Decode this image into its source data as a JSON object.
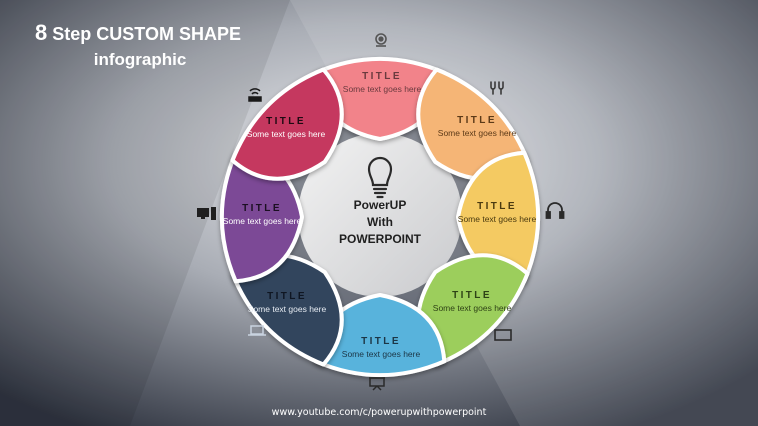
{
  "header": {
    "number": "8",
    "line1": "Step CUSTOM SHAPE",
    "line2": "infographic"
  },
  "hub": {
    "line1": "PowerUP",
    "line2": "With",
    "line3": "POWERPOINT",
    "icon": "lightbulb-icon"
  },
  "footer": {
    "url": "www.youtube.com/c/powerupwithpowerpoint"
  },
  "petals": [
    {
      "title": "TITLE",
      "text": "Some text goes here",
      "color": "#f2838a",
      "icon": "webcam-icon"
    },
    {
      "title": "TITLE",
      "text": "Some text goes here",
      "color": "#f5b576",
      "icon": "connector-plugs-icon"
    },
    {
      "title": "TITLE",
      "text": "Some text goes here",
      "color": "#f4ca62",
      "icon": "headphones-icon"
    },
    {
      "title": "TITLE",
      "text": "Some text goes here",
      "color": "#9cce5c",
      "icon": "monitor-icon"
    },
    {
      "title": "TITLE",
      "text": "Some text goes here",
      "color": "#58b3dc",
      "icon": "projector-screen-icon"
    },
    {
      "title": "TITLE",
      "text": "Some text goes here",
      "color": "#33455d",
      "icon": "laptop-icon"
    },
    {
      "title": "TITLE",
      "text": "Some text goes here",
      "color": "#7b4896",
      "icon": "desktop-computer-icon"
    },
    {
      "title": "TITLE",
      "text": "Some text goes here",
      "color": "#c5385f",
      "icon": "router-icon"
    }
  ]
}
